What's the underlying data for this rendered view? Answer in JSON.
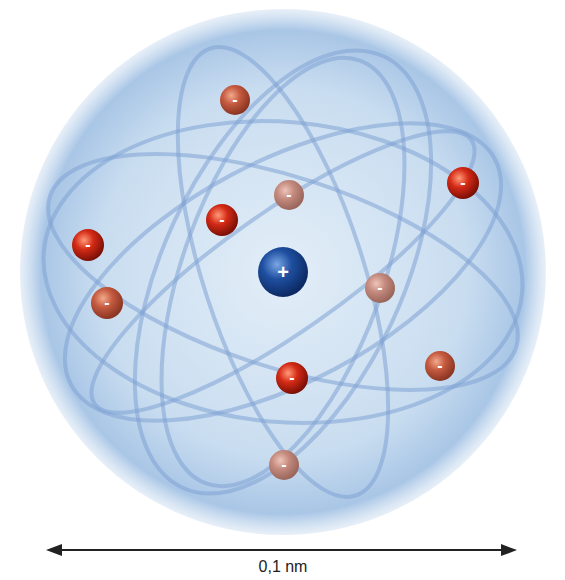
{
  "diagram": {
    "nodes": [
      {
        "text": [
          "-"
        ]
      },
      {
        "text": [
          "-"
        ]
      },
      {
        "text": [
          "-"
        ]
      },
      {
        "text": [
          "-"
        ]
      },
      {
        "text": [
          "-"
        ]
      },
      {
        "text": [
          "+"
        ]
      },
      {
        "text": [
          "-"
        ]
      },
      {
        "text": [
          "-"
        ]
      },
      {
        "text": [
          "-"
        ]
      },
      {
        "text": [
          "-"
        ]
      },
      {
        "text": [
          "-"
        ]
      }
    ],
    "labels": [
      "0,1 nm"
    ]
  }
}
